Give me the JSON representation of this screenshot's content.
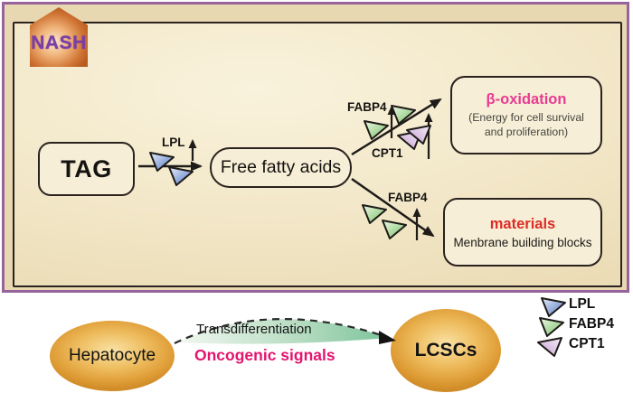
{
  "panel": {
    "badge_label": "NASH",
    "tag_label": "TAG",
    "ffa_label": "Free fatty acids",
    "lpl_label": "LPL",
    "fabp4_upper_label": "FABP4",
    "cpt1_label": "CPT1",
    "fabp4_lower_label": "FABP4",
    "beta_oxidation": {
      "title": "β-oxidation",
      "subtitle_line1": "(Energy for cell survival",
      "subtitle_line2": "and proliferation)"
    },
    "materials": {
      "title": "materials",
      "subtitle": "Menbrane building blocks"
    }
  },
  "bottom": {
    "hepatocyte_label": "Hepatocyte",
    "lcscs_label": "LCSCs",
    "transdifferentiation_label": "Transdifferentiation",
    "oncogenic_label": "Oncogenic signals",
    "legend": [
      {
        "label": "LPL",
        "marker": "blue-triangle-icon",
        "color": "#4f74c0"
      },
      {
        "label": "FABP4",
        "marker": "green-triangle-icon",
        "color": "#74bd62"
      },
      {
        "label": "CPT1",
        "marker": "purple-triangle-icon",
        "color": "#c49ed2"
      }
    ]
  },
  "colors": {
    "panel_border": "#96639b",
    "panel_background": "#f2e7c8",
    "nash_text": "#7b3ea8",
    "beta_oxidation_title": "#ea3a92",
    "materials_title": "#dd2d26",
    "oncogenic_text": "#e3156f",
    "cell_fill": "#eebc5e",
    "transdiff_swoosh": "#7cc39b"
  }
}
